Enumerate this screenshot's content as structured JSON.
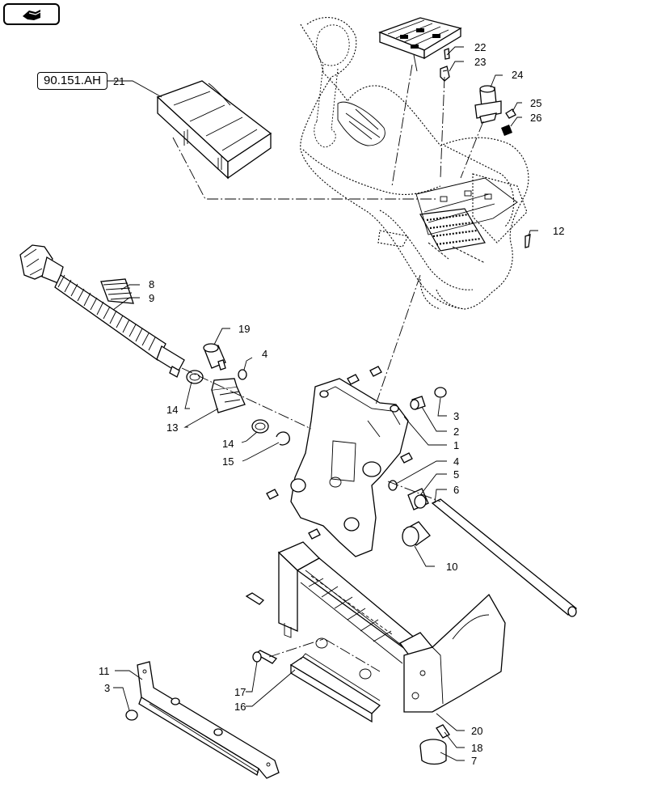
{
  "nav": {
    "icon": "page-back-arrow-icon"
  },
  "reference": {
    "label": "90.151.AH"
  },
  "callouts": [
    {
      "id": "c1",
      "label": "1"
    },
    {
      "id": "c2",
      "label": "2"
    },
    {
      "id": "c3a",
      "label": "3"
    },
    {
      "id": "c3b",
      "label": "3"
    },
    {
      "id": "c4a",
      "label": "4"
    },
    {
      "id": "c4b",
      "label": "4"
    },
    {
      "id": "c5",
      "label": "5"
    },
    {
      "id": "c6",
      "label": "6"
    },
    {
      "id": "c7",
      "label": "7"
    },
    {
      "id": "c8",
      "label": "8"
    },
    {
      "id": "c9",
      "label": "9"
    },
    {
      "id": "c10",
      "label": "10"
    },
    {
      "id": "c11",
      "label": "11"
    },
    {
      "id": "c12",
      "label": "12"
    },
    {
      "id": "c13",
      "label": "13"
    },
    {
      "id": "c14a",
      "label": "14"
    },
    {
      "id": "c14b",
      "label": "14"
    },
    {
      "id": "c15",
      "label": "15"
    },
    {
      "id": "c16",
      "label": "16"
    },
    {
      "id": "c17",
      "label": "17"
    },
    {
      "id": "c18",
      "label": "18"
    },
    {
      "id": "c19",
      "label": "19"
    },
    {
      "id": "c20",
      "label": "20"
    },
    {
      "id": "c21",
      "label": "21"
    },
    {
      "id": "c22",
      "label": "22"
    },
    {
      "id": "c23",
      "label": "23"
    },
    {
      "id": "c24",
      "label": "24"
    },
    {
      "id": "c25",
      "label": "25"
    },
    {
      "id": "c26",
      "label": "26"
    }
  ]
}
